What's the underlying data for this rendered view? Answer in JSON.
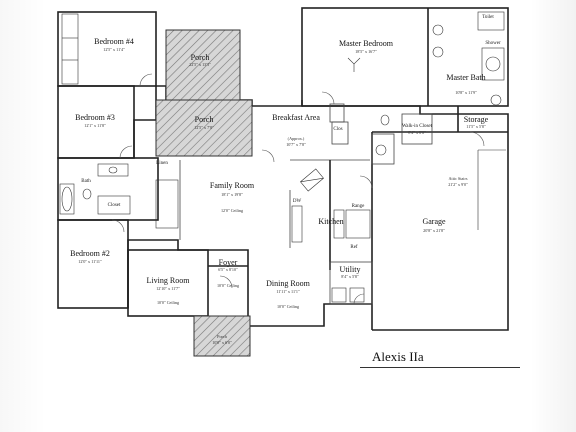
{
  "plan_title": "Alexis IIa",
  "rooms": {
    "bedroom4": {
      "name": "Bedroom #4",
      "dim": "12'5\" x 11'4\""
    },
    "porch_top": {
      "name": "Porch",
      "dim": "22'5\" x 13'3\""
    },
    "master_bedroom": {
      "name": "Master Bedroom",
      "dim": "18'5\" x 16'7\""
    },
    "master_bath": {
      "name": "Master Bath",
      "dim": "10'8\" x 11'9\""
    },
    "bedroom3": {
      "name": "Bedroom #3",
      "dim": "12'1\" x 11'8\""
    },
    "porch_mid": {
      "name": "Porch",
      "dim": "12'5\" x 7'8\""
    },
    "breakfast": {
      "name": "Breakfast Area",
      "sub": "(Approx.)",
      "dim": "10'7\" x 7'8\""
    },
    "walkin_closet": {
      "name": "Walk-in Closet",
      "dim": "8'4\" x 8'6\""
    },
    "storage": {
      "name": "Storage",
      "dim": "11'5\" x 5'8\""
    },
    "family_room": {
      "name": "Family Room",
      "dim": "18'1\" x 19'8\"",
      "ceiling": "12'0\" Ceiling"
    },
    "attic_stairs": {
      "name": "Attic Stairs",
      "dim": "21'2\" x 9'0\""
    },
    "kitchen": {
      "name": "Kitchen"
    },
    "garage": {
      "name": "Garage",
      "dim": "20'8\" x 21'8\""
    },
    "bedroom2": {
      "name": "Bedroom #2",
      "dim": "12'0\" x 11'11\""
    },
    "living_room": {
      "name": "Living Room",
      "dim": "12'10\" x 11'7\"",
      "ceiling": "10'0\" Ceiling"
    },
    "foyer": {
      "name": "Foyer",
      "dim": "6'5\" x 8'10\"",
      "ceiling": "10'0\" Ceiling"
    },
    "dining_room": {
      "name": "Dining Room",
      "dim": "11'11\" x 11'1\"",
      "ceiling": "10'0\" Ceiling"
    },
    "utility": {
      "name": "Utility",
      "dim": "8'4\" x 5'8\""
    },
    "porch_bottom": {
      "name": "Porch",
      "dim": "10'0\" x 6'0\""
    }
  },
  "small_labels": {
    "linen": "Linen",
    "bath": "Bath",
    "closet": "Closet",
    "dw": "DW",
    "range": "Range",
    "ref": "Ref",
    "clos": "Clos",
    "water_closet": "Toilet",
    "shower": "Shower"
  }
}
